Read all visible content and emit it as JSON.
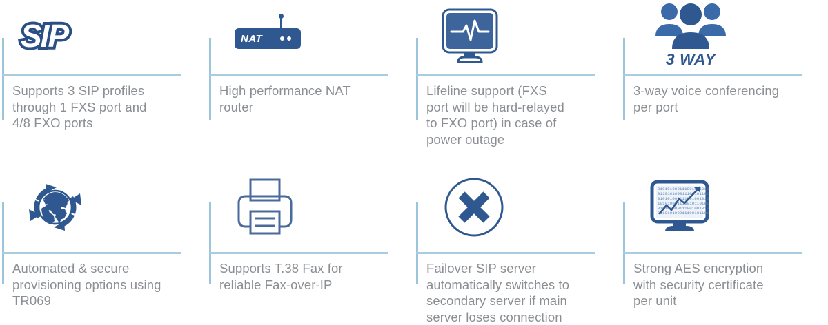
{
  "theme": {
    "rule_color": "#a4cadf",
    "text_color": "#8b8f93",
    "icon_blue": "#2f5890",
    "icon_blue_light": "#7fa8cf",
    "background": "#ffffff"
  },
  "features": [
    {
      "id": "sip-profiles",
      "icon": "sip-logo-icon",
      "icon_text": "SIP",
      "caption": "Supports 3 SIP profiles\nthrough 1 FXS port and\n4/8 FXO ports"
    },
    {
      "id": "nat-router",
      "icon": "nat-router-icon",
      "icon_text": "NAT",
      "caption": "High performance NAT\nrouter"
    },
    {
      "id": "lifeline-support",
      "icon": "monitor-pulse-icon",
      "icon_text": "",
      "caption": "Lifeline support (FXS\nport will be hard-relayed\nto FXO port) in case of\npower outage"
    },
    {
      "id": "three-way-conferencing",
      "icon": "three-people-icon",
      "icon_text": "3 WAY",
      "caption": "3-way voice conferencing\nper port"
    },
    {
      "id": "auto-provisioning",
      "icon": "globe-refresh-icon",
      "icon_text": "",
      "caption": "Automated & secure\nprovisioning options using\nTR069"
    },
    {
      "id": "t38-fax",
      "icon": "printer-fax-icon",
      "icon_text": "",
      "caption": "Supports T.38 Fax for\nreliable Fax-over-IP"
    },
    {
      "id": "failover-sip-server",
      "icon": "circle-x-icon",
      "icon_text": "",
      "caption": "Failover SIP server\nautomatically switches to\nsecondary server if main\nserver loses connection"
    },
    {
      "id": "aes-encryption",
      "icon": "monitor-binary-chart-icon",
      "icon_text": "",
      "caption": "Strong AES encryption\nwith security certificate\nper unit"
    }
  ]
}
